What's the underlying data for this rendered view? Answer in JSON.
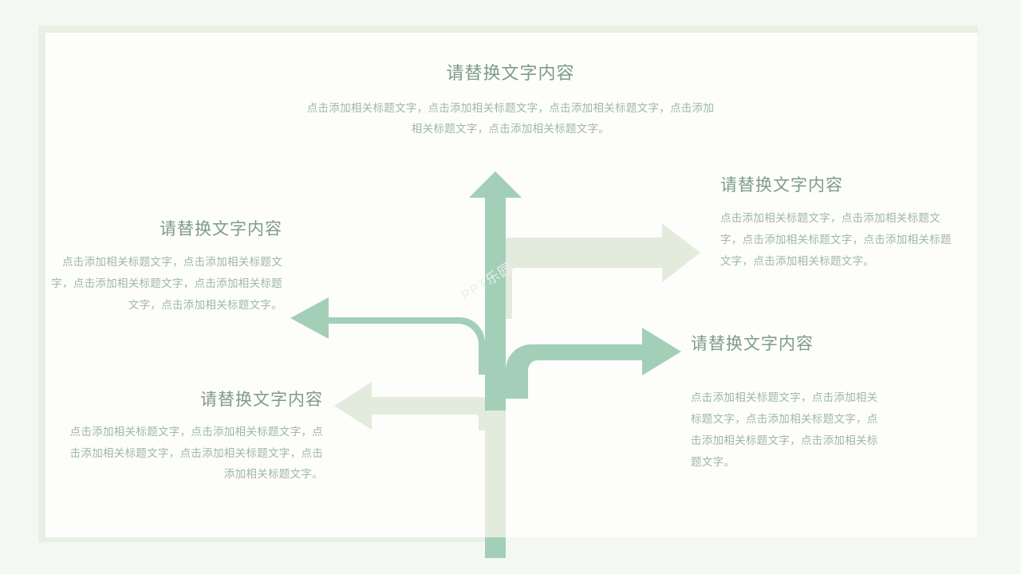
{
  "slide": {
    "background_color": "#f4f8f2",
    "card_color": "#fdfdfc",
    "card_border_color": "#e8f0e4",
    "accent_dark": "#a3cfb8",
    "accent_light": "#e3ebdd",
    "title_color": "#7e9c86",
    "body_color": "#9fb8a4",
    "watermark": "PPT乐园"
  },
  "blocks": {
    "top": {
      "title": "请替换文字内容",
      "body": "点击添加相关标题文字，点击添加相关标题文字，点击添加相关标题文字，点击添加相关标题文字，点击添加相关标题文字。"
    },
    "left": {
      "title": "请替换文字内容",
      "body": "点击添加相关标题文字，点击添加相关标题文字，点击添加相关标题文字，点击添加相关标题文字，点击添加相关标题文字。"
    },
    "bottom_left": {
      "title": "请替换文字内容",
      "body": "点击添加相关标题文字，点击添加相关标题文字，点击添加相关标题文字，点击添加相关标题文字，点击添加相关标题文字。"
    },
    "right_top": {
      "title": "请替换文字内容",
      "body": "点击添加相关标题文字，点击添加相关标题文字，点击添加相关标题文字，点击添加相关标题文字，点击添加相关标题文字。"
    },
    "right_bottom": {
      "title": "请替换文字内容",
      "body": "点击添加相关标题文字，点击添加相关标题文字，点击添加相关标题文字，点击添加相关标题文字，点击添加相关标题文字。"
    }
  },
  "arrows": [
    {
      "name": "arrow-up",
      "direction": "up",
      "tone": "dark"
    },
    {
      "name": "arrow-left-upper",
      "direction": "left",
      "tone": "dark"
    },
    {
      "name": "arrow-right-lower",
      "direction": "right",
      "tone": "dark"
    },
    {
      "name": "arrow-right-upper",
      "direction": "right",
      "tone": "light"
    },
    {
      "name": "arrow-left-lower",
      "direction": "left",
      "tone": "light"
    }
  ]
}
